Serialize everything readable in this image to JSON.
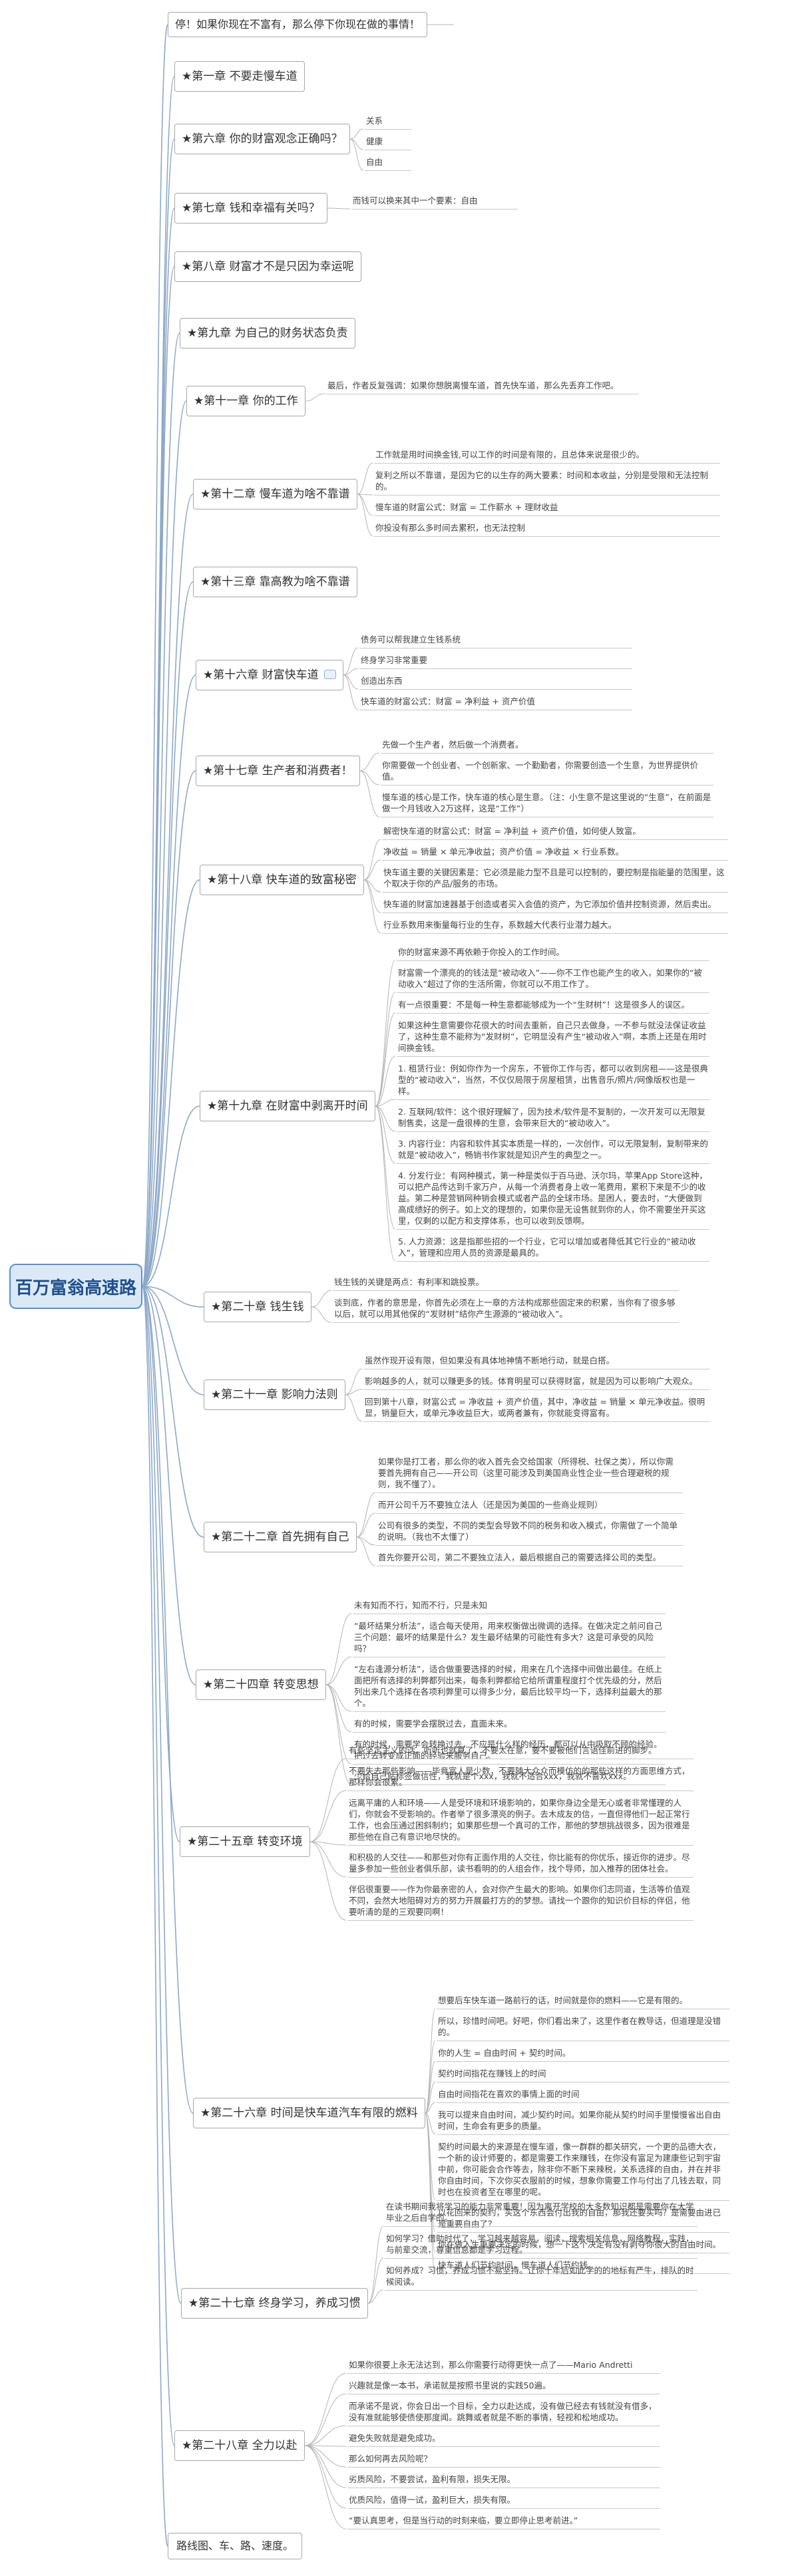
{
  "root": "百万富翁高速路",
  "top_topic": "停！如果你现在不富有，那么停下你现在做的事情！",
  "bottom_topic": "路线图、车、路、速度。",
  "chapters": [
    {
      "title": "★第一章 不要走慢车道",
      "leaves": []
    },
    {
      "title": "★第六章 你的财富观念正确吗？",
      "leaves": [
        "关系",
        "健康",
        "自由"
      ]
    },
    {
      "title": "★第七章 钱和幸福有关吗？",
      "leaves": [
        "而钱可以换来其中一个要素：自由"
      ]
    },
    {
      "title": "★第八章 财富才不是只因为幸运呢",
      "leaves": []
    },
    {
      "title": "★第九章 为自己的财务状态负责",
      "leaves": []
    },
    {
      "title": "★第十一章 你的工作",
      "leaves": [
        "最后，作者反复强调：如果你想脱离慢车道，首先快车道，那么先丢弃工作吧。"
      ]
    },
    {
      "title": "★第十二章 慢车道为啥不靠谱",
      "leaves": [
        "工作就是用时间换金钱,可以工作的时间是有限的，且总体来说是很少的。",
        "复利之所以不靠谱，是因为它的以生存的两大要素：时间和本收益，分别是受限和无法控制的。",
        "慢车道的财富公式：财富 = 工作薪水 + 理财收益",
        "你投没有那么多时间去累积，也无法控制"
      ]
    },
    {
      "title": "★第十三章 靠高教为啥不靠谱",
      "leaves": []
    },
    {
      "title": "★第十六章 财富快车道",
      "leaves": [
        "债务可以帮我建立生钱系统",
        "终身学习非常重要",
        "创造出东西",
        "快车道的财富公式：财富 = 净利益 + 资产价值"
      ]
    },
    {
      "title": "★第十七章 生产者和消费者！",
      "leaves": [
        "先做一个生产者，然后做一个消费者。",
        "你需要做一个创业者、一个创新家、一个勤勤者，你需要创造一个生意，为世界提供价值。",
        "慢车道的核心是工作，快车道的核心是生意。（注：小生意不是这里说的“生意”，在前面是做一个月钱收入2万这样，这是“工作”）"
      ]
    },
    {
      "title": "★第十八章 快车道的致富秘密",
      "leaves": [
        "解密快车道的财富公式：财富 = 净利益 + 资产价值，如何使人致富。",
        "净收益 = 销量 × 单元净收益；资产价值 = 净收益 × 行业系数。",
        "快车道主要的关键因素是：它必须是能力型不且是可以控制的，要控制是指能量的范围里，这个取决于你的产品/服务的市场。",
        "快车道的财富加速器基于创造或者买入会值的资产，为它添加价值并控制资源，然后卖出。",
        "行业系数用来衡量每行业的生存，系数越大代表行业潜力越大。"
      ]
    },
    {
      "title": "★第十九章 在财富中剥离开时间",
      "leaves": [
        "你的财富来源不再依赖于你投入的工作时间。",
        "财富需一个漂亮的的钱法是“被动收入”——你不工作也能产生的收入，如果你的“被动收入”超过了你的生活所需，你就可以不用工作了。",
        "有一点很重要：不是每一种生意都能够成为一个“生财树”！这是很多人的误区。",
        "如果这种生意需要你花很大的时间去重新，自己只去做身，一不参与就没法保证收益了，这种生意不能称为“发财树”，它明显没有产生“被动收入”啊，本质上还是在用时间换金钱。",
        "1. 租赁行业：例如你作为一个房东，不管你工作与否，都可以收到房租——这是很典型的“被动收入”，当然，不仅仅局限于房屋租赁，出售音乐/照片/网像版权也是一样。",
        "2. 互联网/软件：这个很好理解了，因为技术/软件是不复制的，一次开发可以无限复制售卖，这是一盘很棒的生意，会带来巨大的“被动收入”。",
        "3. 内容行业：内容和软件其实本质是一样的，一次创作，可以无限复制，复制带来的就是“被动收入”，畅销书作家就是知识产生的典型之一。",
        "4. 分发行业：有网种模式，第一种是类似于百马逊、沃尔玛，苹果App Store这种，可以把产品传达到千家万户，从每一个消费者身上收一笔费用，累积下来是不少的收益。第二种是营销网种销会模式或者产品的全球市场。是困人，要去时，“大便做到高成绩好的例子。如上文的理想的，如果你是无设售就到你的人，你不需要坐开买这里，仅剩的以配方和支撑体系，也可以收到反馈啊。",
        "5. 人力资源：这是指那些招的一个行业，它可以增加或者降低其它行业的“被动收入”，管理和应用人员的资源是最具的。"
      ]
    },
    {
      "title": "★第二十章 钱生钱",
      "leaves": [
        "钱生钱的关键是两点：有利率和跳投票。",
        "谈到底，作者的意思是，你首先必须在上一章的方法构成那些固定来的积累，当你有了很多够以后，就可以用其他保的“发财树”结你产生源源的“被动收入”。"
      ]
    },
    {
      "title": "★第二十一章 影响力法则",
      "leaves": [
        "虽然作现开设有限，但如果没有具体地神情不断地行动，就是白搭。",
        "影响越多的人，就可以赚更多的钱。体育明星可以获得财富，就是因为可以影响广大观众。",
        "回到第十八章，财富公式 = 净收益 + 资产价值，其中，净收益 = 销量 × 单元净收益。很明显，销量巨大，或单元净收益巨大，或两者兼有，你就能变得富有。"
      ]
    },
    {
      "title": "★第二十二章 首先拥有自己",
      "leaves": [
        "如果你是打工者，那么你的收入首先会交给国家（所得税、社保之类），所以你需要首先拥有自己——开公司（这里可能涉及到美国商业性企业一些合理避税的规则，我不懂了）。",
        "而开公司千万不要独立法人（还是因为美国的一些商业规则）",
        "公司有很多的类型，不同的类型会导致不同的税务和收入模式，你需做了一个简单的说明。（我也不太懂了）",
        "首先你要开公司，第二不要独立法人，最后根据自己的需要选择公司的类型。"
      ]
    },
    {
      "title": "★第二十四章 转变思想",
      "leaves": [
        "未有知而不行，知而不行，只是未知",
        "“最坏结果分析法”，适合每天使用，用来权衡做出微调的选择。在做决定之前问自己三个问题：最坏的结果是什么？发生最坏结果的可能性有多大？这是可承受的风险吗？",
        "“左右逢源分析法”，适合做重要选择的时候，用来在几个选择中间做出最佳。在纸上面把所有选择的利弊都列出来，每条利弊都给它给所谓重程度打个优先级的分，然后列出来几个选择在各项利弊里可以得多少分，最后比较平均一下，选择利益最大的那个。",
        "有的时候，需要学会摆脱过去，直面未来。",
        "有的时候，需要学会转换过去，不应是什么样的经历，都可以从中吸取不顾的经验。把过去转变成正面的经验来服务自己。",
        "少给自己贴标签做信性，我就是个xxx，我就不适合xxx，我就不喜欢xxx。"
      ]
    },
    {
      "title": "★第二十五章 转变环境",
      "leaves": [
        "有些坚定主义的话，听听也就算了，不要太在意，要不要被他们言语佳前进的脚步。",
        "不要失去那些影响——毕竟富人是少数，不要随大众众而模仿的的那些这样的方面思维方式，那样你会很累。",
        "远离平庸的人和环境——人是受环境和环境影响的，如果你身边全是无心或者非常懂理的人们，你就会不受影响的。作者举了很多漂亮的例子。去木成友的信，一直但得他们一起正常行工作，也会压通过困斜制约；如果那些想一个真可的工作，那他的梦想挑战很多，因为很难是那些他在自己有意识地尽快的。",
        "和积极的人交往——和那些对你有正面作用的人交往，你比能有的你优乐，接近你的进步。尽量多参加一些创业者俱乐部，读书看明的的人组会作，找个导师，加入推荐的团体社会。",
        "伴侣很重要——作为你最亲密的人，会对你产生最大的影响。如果你们志同道，生活等价值观不同，会然大地阻碍对方的努力开展最打方的的梦想。请找一个跟你的知识价目标的伴侣，他要听清的是的三观要同啊！"
      ]
    },
    {
      "title": "★第二十六章 时间是快车道汽车有限的燃料",
      "leaves": [
        "想要后车快车道一路前行的话，时间就是你的燃料——它是有限的。",
        "所以，珍惜时间吧。好吧，你们看出来了，这里作者在教导话，但道理是没错的。",
        "你的人生 = 自由时间 + 契约时间。",
        "契约时间指花在赚钱上的时间",
        "自由时间指花在喜欢的事情上面的时间",
        "我可以提来自由时间，减少契约时间。如果你能从契约时间手里慢慢省出自由时间，生命会有更多的质量。",
        "契约时间最大的来源是在慢车道，像一群群的都关研究，一个更的品德大衣，一个新的设计师要的，都是需要工作来赚钱，在你没有富足为建康些记到宇宙中前，你可能会合作等去，除非你不断下来辣税，关系选择的自由，并在并非你自由时间，下次你买衣服前的时候，想象你需要工作与付出了几钱去取，同时也在投资者至在哪里的呢。",
        "以花回来的契约，买这个东西会付出我的自由，那我还要买吗？是需要由进已是重要自由了？",
        "你在做入生重要决定的时候，想一下这个决定有没有剥夺你很大的自由时间。",
        "快车道人们节约时间，慢车道人们节约钱。"
      ]
    },
    {
      "title": "★第二十七章 终身学习，养成习惯",
      "leaves": [
        "在读书期间我将学习的能力非常重要！因为离开学校的大多数知识都是需要你在大学毕业之后自学的。",
        "如何学习？借助时代了，学习越来越容易，阅读，搜索相关信息，网络教程，实践，与前辈交流，尊重信息都是学习过程。",
        "如何养成？习惯，养成习惯不易坚持。让你十年后如此学的的地标有严牛，排队的时候阅读。"
      ]
    },
    {
      "title": "★第二十八章 全力以赴",
      "leaves": [
        "如果你很要上永无法达到，那么你需要行动得更快一点了——Mario Andretti",
        "兴趣就是像一本书，承诺就是按照书里说的实践50遍。",
        "而承诺不是说，你会日出一个目标，全力以赴达成，没有做已经去有钱就没有借多，没有准就能够使债使那度闻。跳舞或者就是不断的事情，轻视和松地成功。",
        "避免失败就是避免成功。",
        "那么如何再去风险呢？",
        "劣质风险，不要尝试，盈利有限，损失无限。",
        "优质风险，值得一试，盈利巨大，损失有限。",
        "“要认真思考，但是当行动的时刻来临，要立即停止思考前进。”"
      ]
    }
  ]
}
